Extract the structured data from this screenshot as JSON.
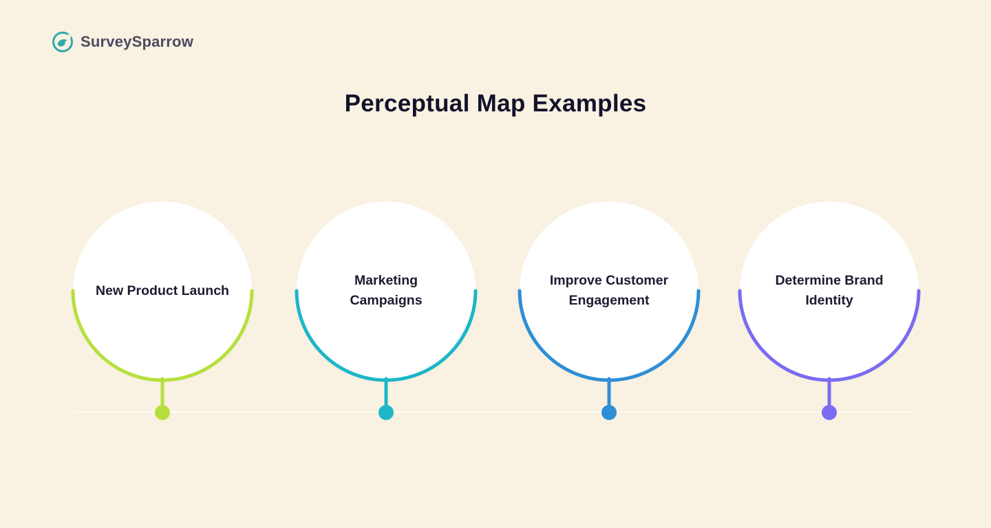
{
  "page": {
    "background": "#f9f1e1"
  },
  "logo": {
    "brand": "SurveySparrow",
    "icon": "sparrow-icon",
    "icon_color": "#2fa9ab",
    "text_color": "#4b4b62"
  },
  "title": "Perceptual Map Examples",
  "nodes": [
    {
      "label": "New Product Launch",
      "lines": [
        "New Product Launch"
      ],
      "color": "#b6df3d"
    },
    {
      "label": "Marketing Campaigns",
      "lines": [
        "Marketing",
        "Campaigns"
      ],
      "color": "#1db6c9"
    },
    {
      "label": "Improve Customer Engagement",
      "lines": [
        "Improve Customer",
        "Engagement"
      ],
      "color": "#2e8ed6"
    },
    {
      "label": "Determine Brand Identity",
      "lines": [
        "Determine Brand",
        "Identity"
      ],
      "color": "#7a6bf2"
    }
  ],
  "timeline": {
    "color": "#fdf8ec"
  }
}
